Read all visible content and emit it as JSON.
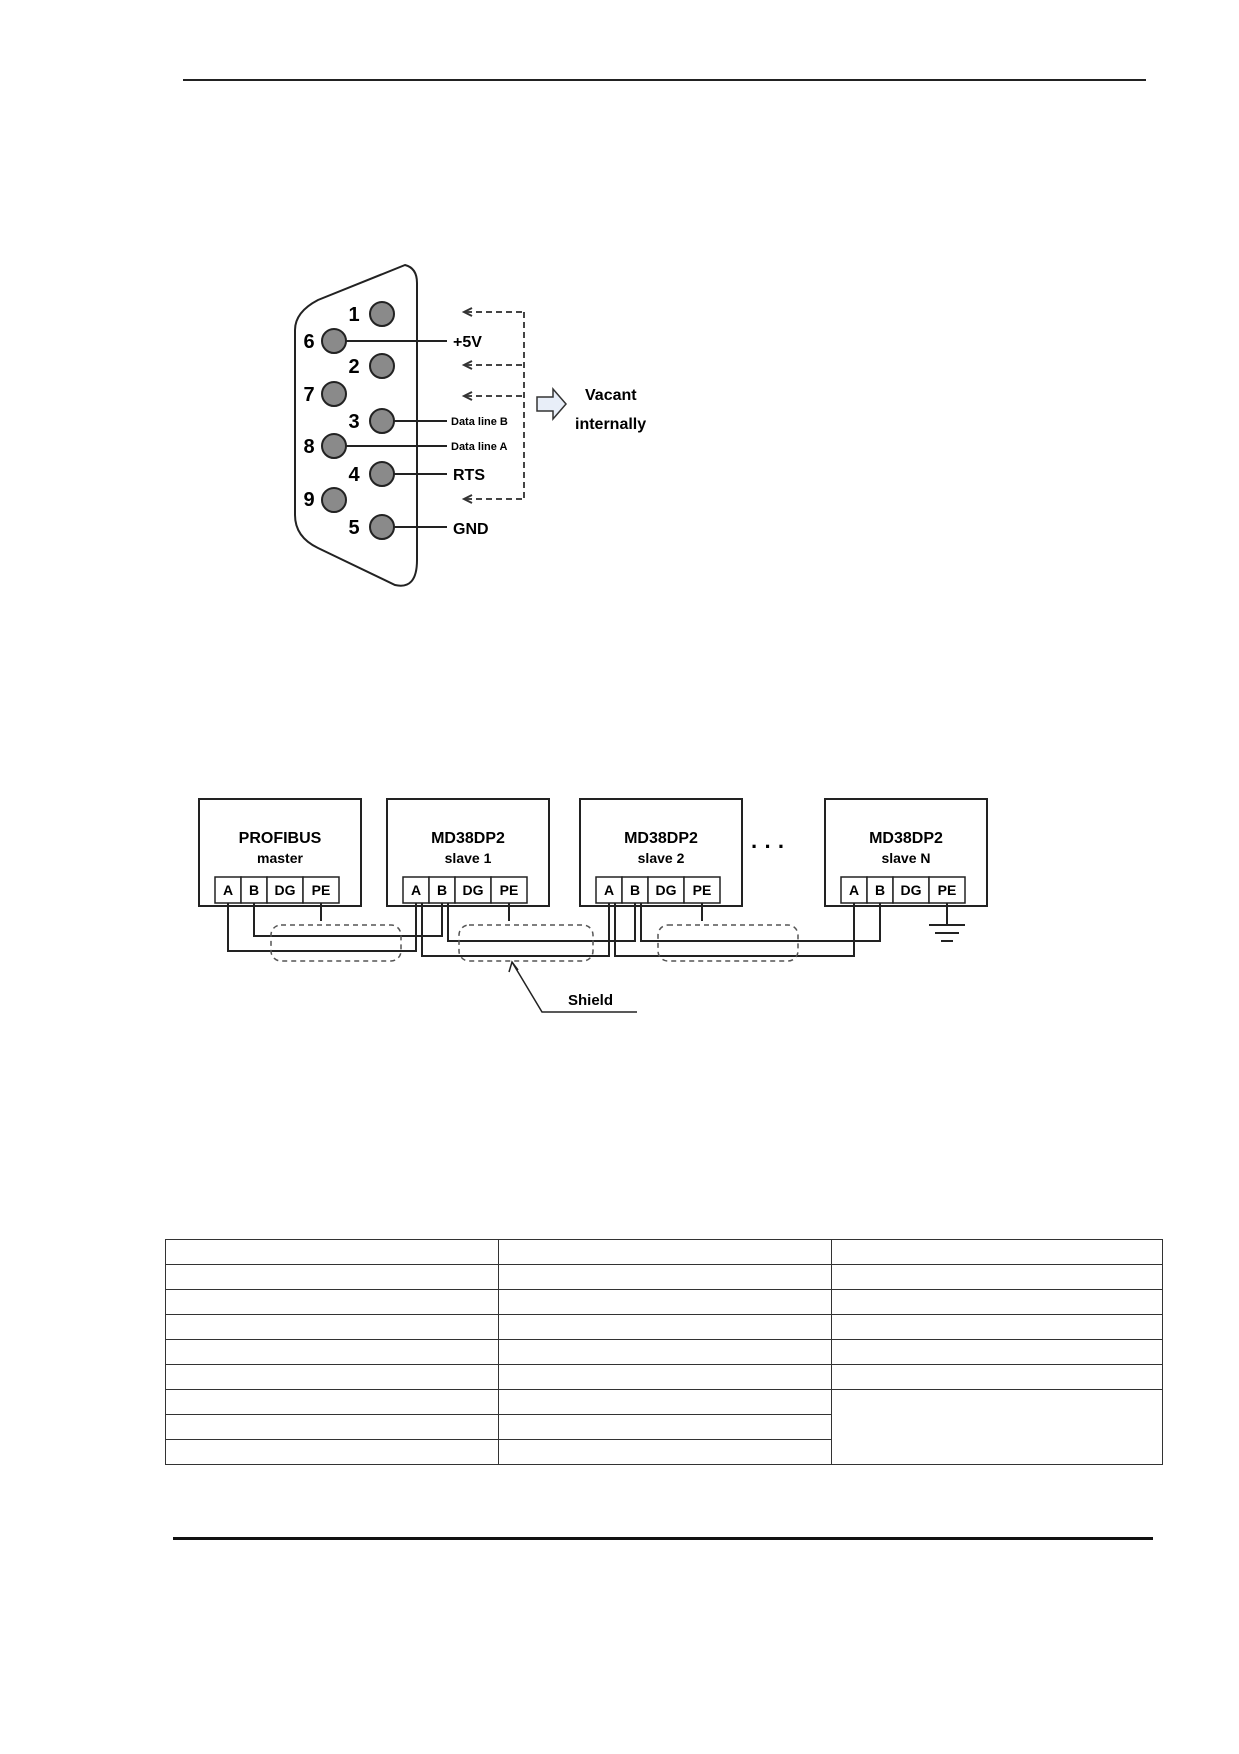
{
  "connector": {
    "pins": [
      {
        "num": "1"
      },
      {
        "num": "2"
      },
      {
        "num": "3"
      },
      {
        "num": "4"
      },
      {
        "num": "5"
      },
      {
        "num": "6"
      },
      {
        "num": "7"
      },
      {
        "num": "8"
      },
      {
        "num": "9"
      }
    ],
    "signals": {
      "v5": "+5V",
      "data_b": "Data line B",
      "data_a": "Data line A",
      "rts": "RTS",
      "gnd": "GND"
    },
    "vacant_line1": "Vacant",
    "vacant_line2": "internally"
  },
  "network": {
    "master": {
      "title": "PROFIBUS",
      "sub": "master"
    },
    "slaves": [
      {
        "title": "MD38DP2",
        "sub": "slave 1"
      },
      {
        "title": "MD38DP2",
        "sub": "slave 2"
      },
      {
        "title": "MD38DP2",
        "sub": "slave N"
      }
    ],
    "terminals": [
      "A",
      "B",
      "DG",
      "PE"
    ],
    "ellipsis": "·  ·  ·",
    "shield_label": "Shield"
  }
}
